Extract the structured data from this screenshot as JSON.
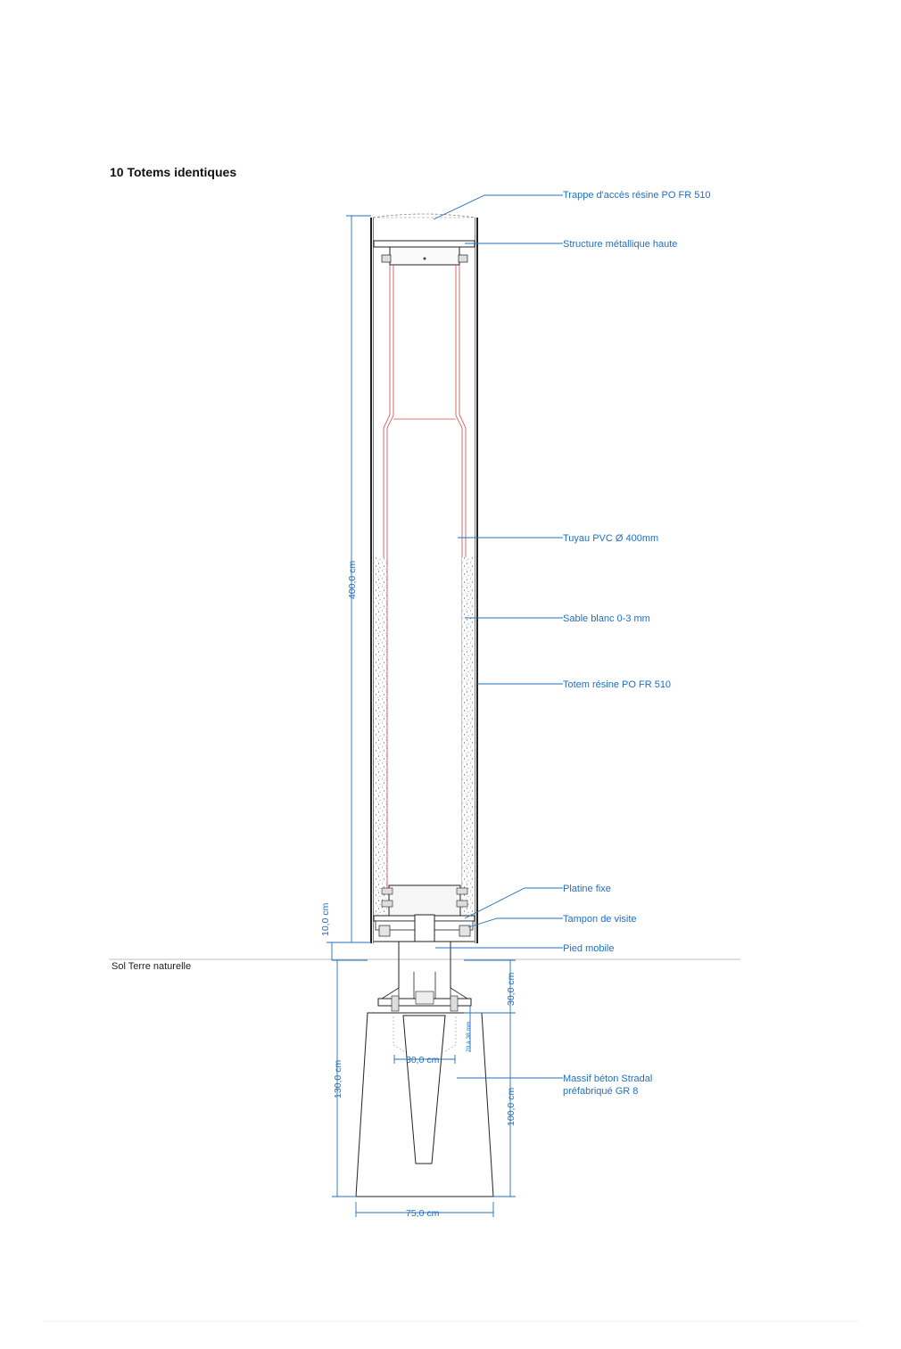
{
  "title": "10 Totems identiques",
  "ground_label": "Sol Terre naturelle",
  "colors": {
    "annotation": "#1f6fc2",
    "pvc": "#d04848",
    "outline": "#222222"
  },
  "callouts": [
    {
      "id": "trappe",
      "text": "Trappe d'accès résine PO FR 510"
    },
    {
      "id": "structure",
      "text": "Structure métallique haute"
    },
    {
      "id": "pvc",
      "text": "Tuyau PVC Ø 400mm"
    },
    {
      "id": "sable",
      "text": "Sable blanc 0-3 mm"
    },
    {
      "id": "totem",
      "text": "Totem résine PO FR 510"
    },
    {
      "id": "platine",
      "text": "Platine fixe"
    },
    {
      "id": "tampon",
      "text": "Tampon de visite"
    },
    {
      "id": "pied",
      "text": "Pied mobile"
    },
    {
      "id": "massif1",
      "text": "Massif béton Stradal"
    },
    {
      "id": "massif2",
      "text": "préfabriqué GR 8"
    }
  ],
  "dimensions": {
    "total_height": "400,0 cm",
    "clearance": "10,0 cm",
    "block_height": "130,0 cm",
    "foot_height": "30,0 cm",
    "block_base": "100,0 cm",
    "block_width": "75,0 cm",
    "socket_width": "30,0 cm",
    "adjust": "20 à 38 mm"
  }
}
